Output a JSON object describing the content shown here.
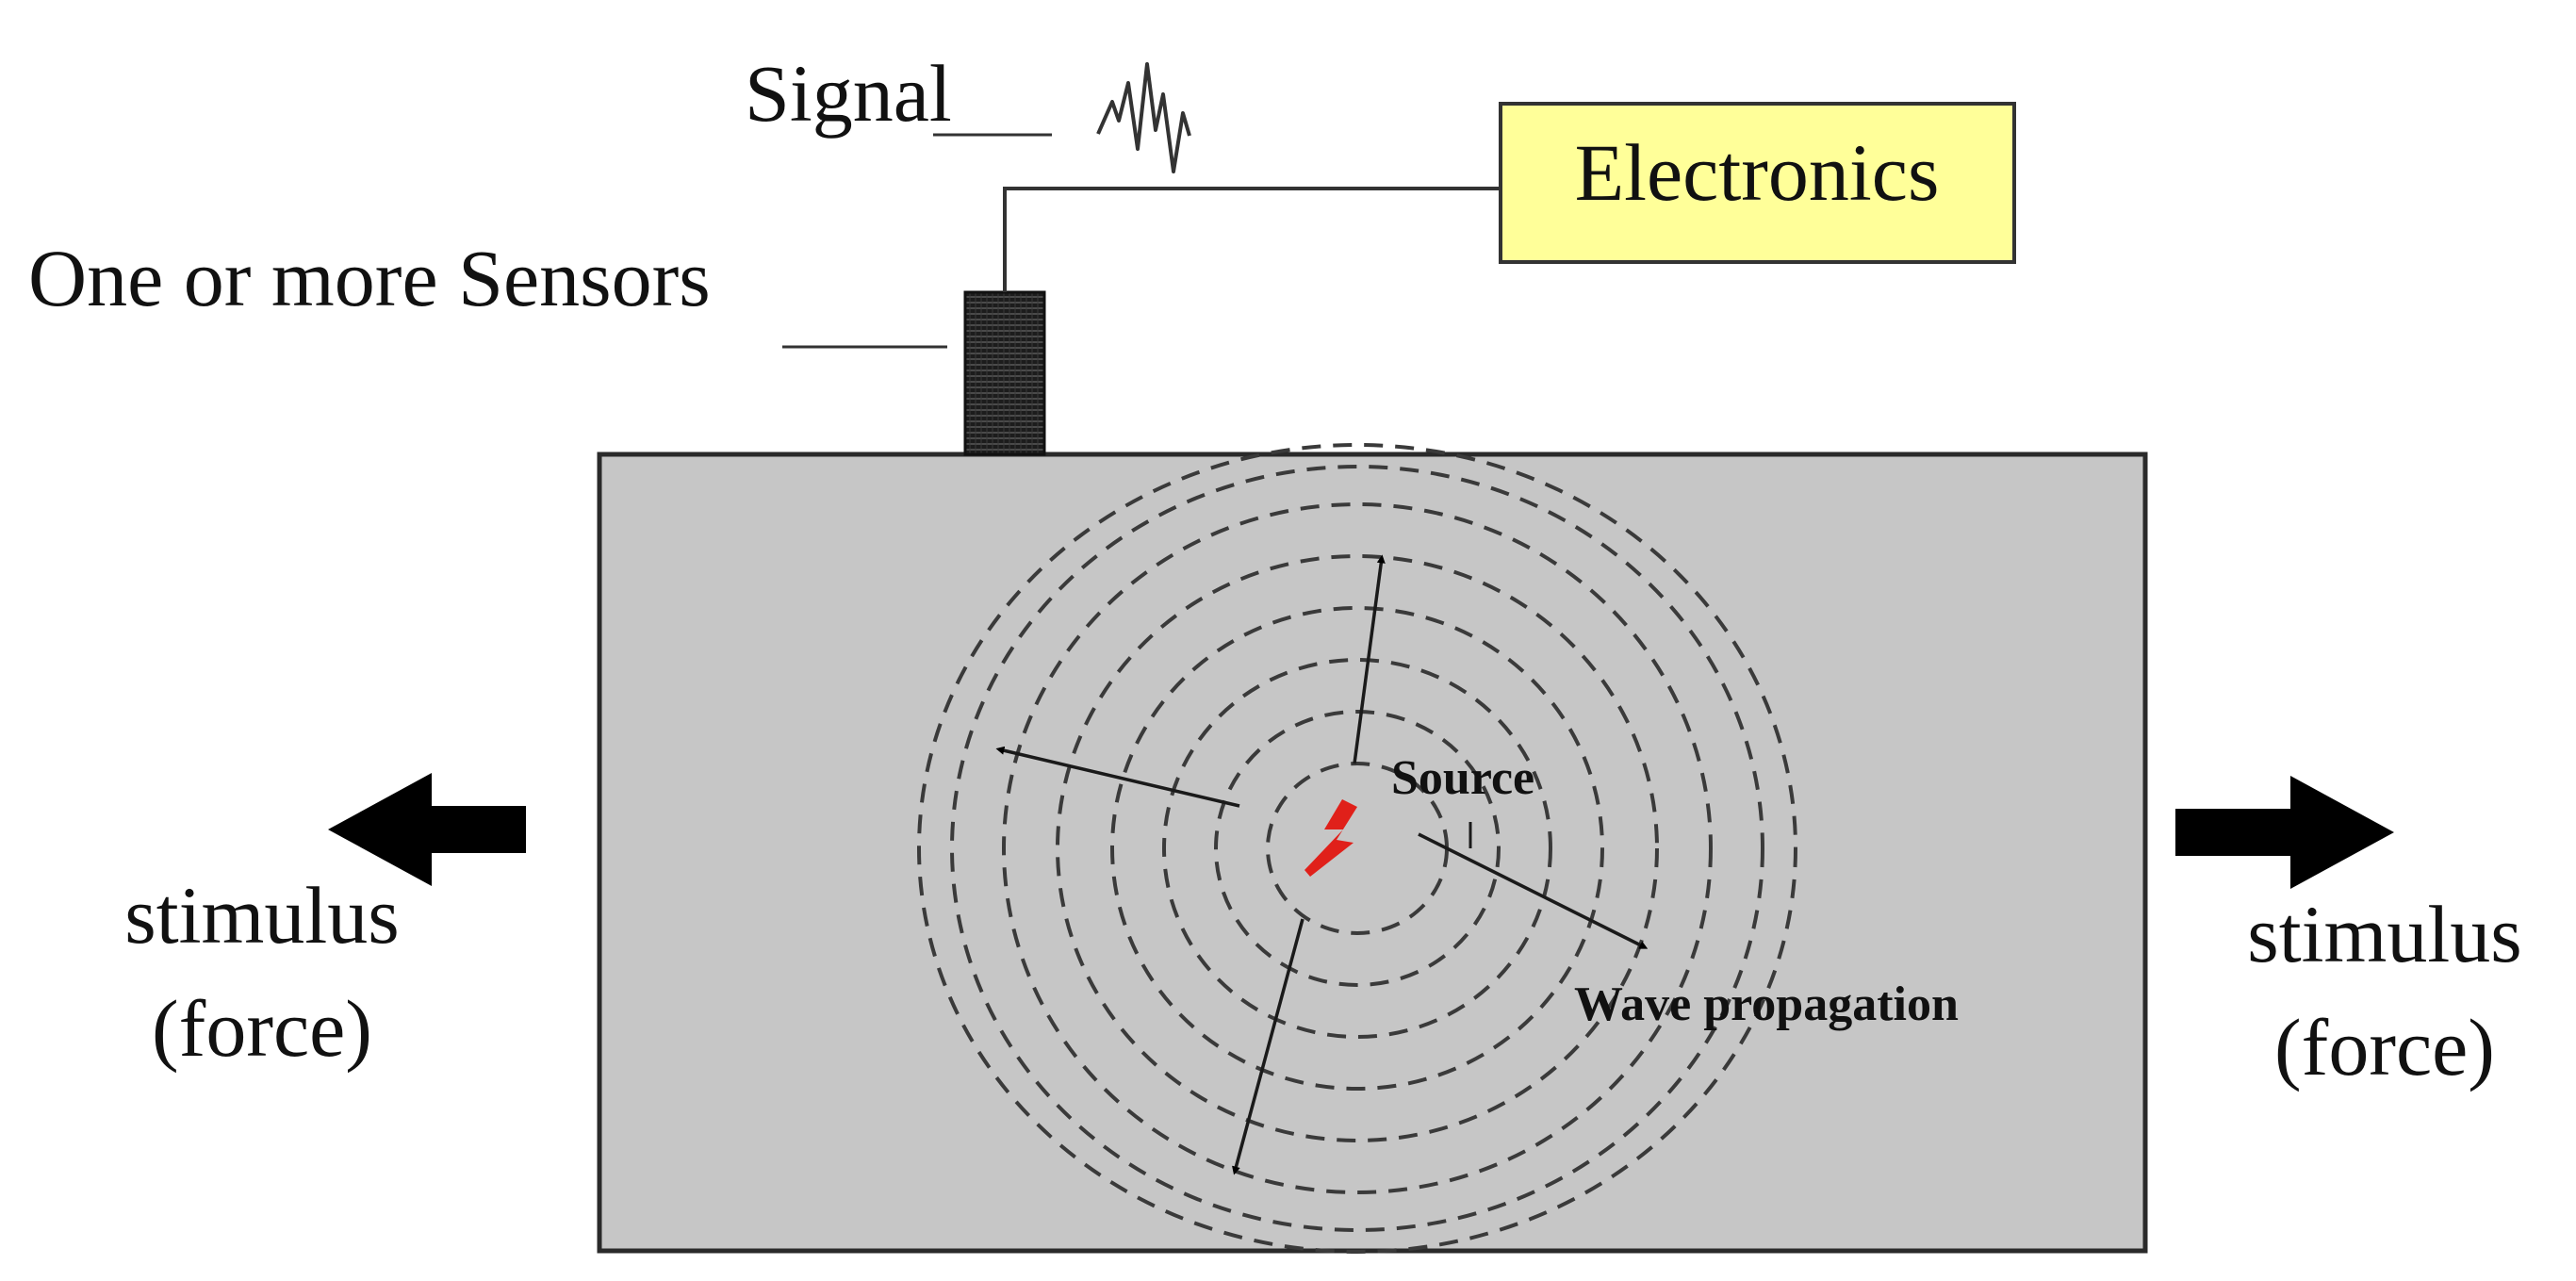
{
  "labels": {
    "signal": "Signal",
    "sensors": "One or more Sensors",
    "electronics": "Electronics",
    "source": "Source",
    "wave_propagation": "Wave propagation",
    "stimulus_left_line1": "stimulus",
    "stimulus_left_line2": "(force)",
    "stimulus_right_line1": "stimulus",
    "stimulus_right_line2": "(force)"
  },
  "colors": {
    "specimen_fill": "#c6c6c6",
    "electronics_fill": "#ffff99",
    "source_mark": "#e0201a",
    "line": "#333333",
    "arrow": "#000000"
  },
  "icons": {
    "signal_waveform": "zigzag-signal-icon",
    "source": "lightning-source-icon",
    "stimulus_left": "arrow-left-icon",
    "stimulus_right": "arrow-right-icon"
  }
}
